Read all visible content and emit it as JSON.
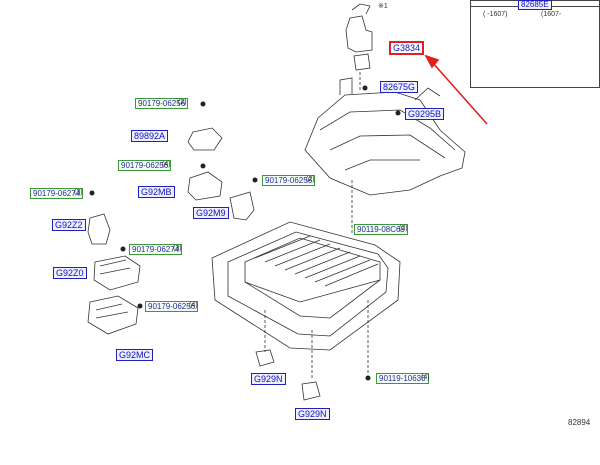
{
  "inset": {
    "code": "82685E",
    "col_left": "(      -1607)",
    "col_right": "(1607-      "
  },
  "footnote_mark": "※1",
  "ref_number": "82894",
  "highlight_color": "#e02020",
  "labels": [
    {
      "id": "g3834",
      "text": "G3834",
      "style": "hl",
      "qty": ""
    },
    {
      "id": "82675g",
      "text": "82675G",
      "style": "b",
      "qty": ""
    },
    {
      "id": "g9295b",
      "text": "G9295B",
      "style": "b",
      "qty": ""
    },
    {
      "id": "90179-06256-a",
      "text": "90179-06256",
      "style": "g",
      "qty": "(2)"
    },
    {
      "id": "89892a",
      "text": "89892A",
      "style": "b",
      "qty": ""
    },
    {
      "id": "90179-06256-b",
      "text": "90179-06256",
      "style": "g",
      "qty": "(4)"
    },
    {
      "id": "90179-06274-a",
      "text": "90179-06274",
      "style": "g",
      "qty": "(3)"
    },
    {
      "id": "g92mb",
      "text": "G92MB",
      "style": "b",
      "qty": ""
    },
    {
      "id": "90179-06256-c",
      "text": "90179-06256",
      "style": "g",
      "qty": "(2)"
    },
    {
      "id": "g92m9",
      "text": "G92M9",
      "style": "b",
      "qty": ""
    },
    {
      "id": "g92z2",
      "text": "G92Z2",
      "style": "b",
      "qty": ""
    },
    {
      "id": "90179-06274-b",
      "text": "90179-06274",
      "style": "g",
      "qty": "(3)"
    },
    {
      "id": "g92z0",
      "text": "G92Z0",
      "style": "b",
      "qty": ""
    },
    {
      "id": "90179-06256-d",
      "text": "90179-06256",
      "style": "g",
      "qty": "(4)"
    },
    {
      "id": "g92mc",
      "text": "G92MC",
      "style": "b",
      "qty": ""
    },
    {
      "id": "90119-08c69",
      "text": "90119-08C69",
      "style": "g",
      "qty": "(2)"
    },
    {
      "id": "g929n-a",
      "text": "G929N",
      "style": "b",
      "qty": ""
    },
    {
      "id": "90119-10636",
      "text": "90119-10636",
      "style": "g",
      "qty": "(4)"
    },
    {
      "id": "g929n-b",
      "text": "G929N",
      "style": "b",
      "qty": ""
    }
  ]
}
